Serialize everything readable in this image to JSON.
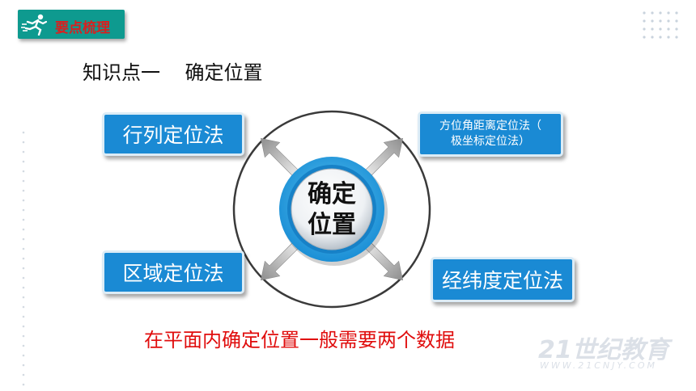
{
  "header": {
    "label": "要点梳理"
  },
  "section": {
    "title": "知识点一    确定位置"
  },
  "center": {
    "line1": "确定",
    "line2": "位置"
  },
  "methods": {
    "row_column": "行列定位法",
    "polar_line1": "方位角距离定位法（",
    "polar_line2": "极坐标定位法）",
    "region": "区域定位法",
    "lat_lon": "经纬度定位法"
  },
  "conclusion": "在平面内确定位置一般需要两个数据",
  "watermark": {
    "main": "21世纪教育",
    "sub": "WWW.21CNJY.COM"
  },
  "colors": {
    "badge_bg": "#0e9a8f",
    "badge_text": "#d91f1f",
    "box_blue": "#1a8ad4",
    "conclusion_red": "#e00d0d"
  }
}
